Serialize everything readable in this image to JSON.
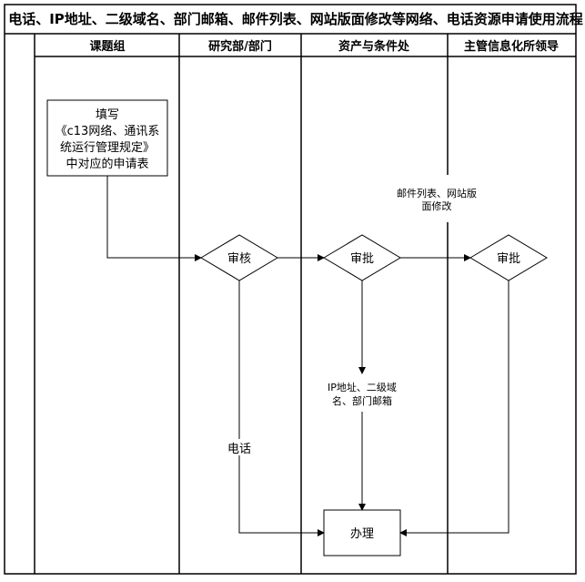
{
  "title": "电话、IP地址、二级域名、部门邮箱、邮件列表、网站版面修改等网络、电话资源申请使用流程",
  "lanes": [
    "课题组",
    "研究部/部门",
    "资产与条件处",
    "主管信息化所领导"
  ],
  "nodes": {
    "apply": [
      "填写",
      "《c13网络、通讯系",
      "统运行管理规定》",
      "中对应的申请表"
    ],
    "review": "审核",
    "approve_assets": "审批",
    "approve_leader": "审批",
    "handle": "办理"
  },
  "edge_labels": {
    "mail_web": [
      "邮件列表、网站版",
      "面修改"
    ],
    "ip_domain": [
      "IP地址、二级域",
      "名、部门邮箱"
    ],
    "phone": "电话"
  }
}
